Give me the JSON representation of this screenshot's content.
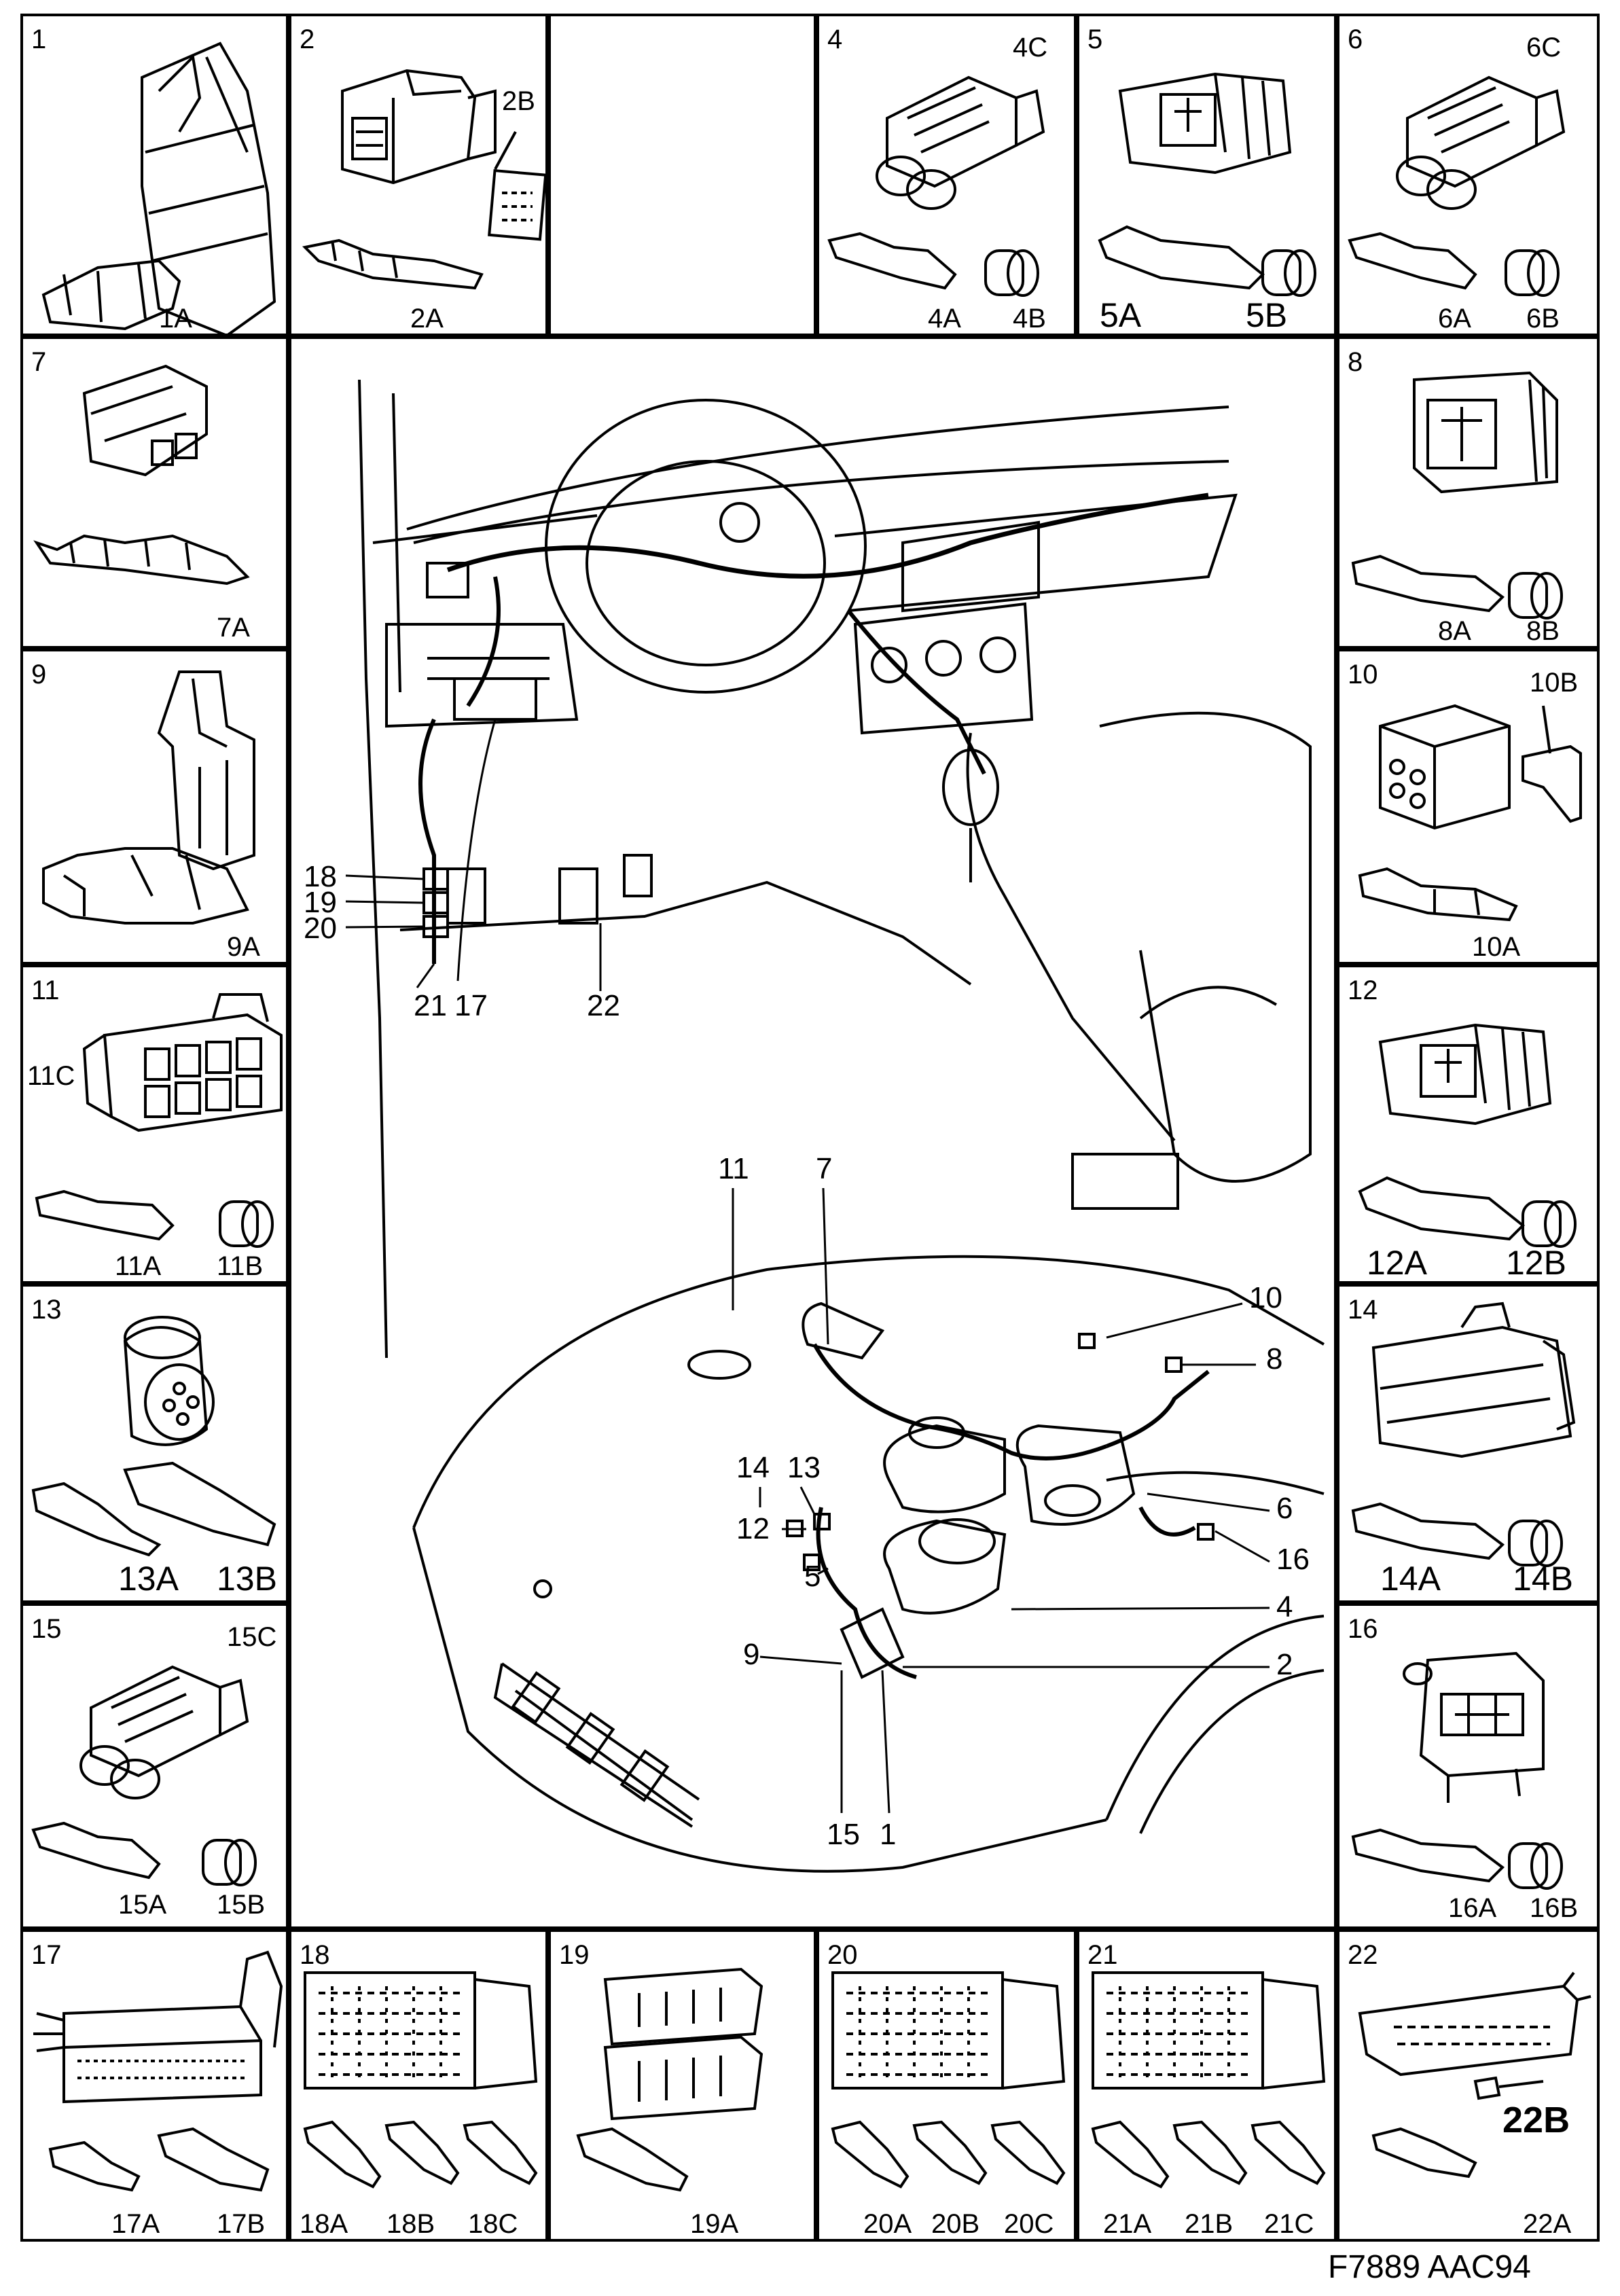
{
  "diagram": {
    "caption": "F7889  AAC94",
    "panels": [
      {
        "id": "1",
        "labels": [
          "1A"
        ]
      },
      {
        "id": "2",
        "labels": [
          "2A",
          "2B"
        ]
      },
      {
        "id": "3",
        "labels": []
      },
      {
        "id": "4",
        "labels": [
          "4A",
          "4B",
          "4C"
        ]
      },
      {
        "id": "5",
        "labels": [
          "5A",
          "5B"
        ]
      },
      {
        "id": "6",
        "labels": [
          "6A",
          "6B",
          "6C"
        ]
      },
      {
        "id": "7",
        "labels": [
          "7A"
        ]
      },
      {
        "id": "8",
        "labels": [
          "8A",
          "8B"
        ]
      },
      {
        "id": "9",
        "labels": [
          "9A"
        ]
      },
      {
        "id": "10",
        "labels": [
          "10A",
          "10B"
        ]
      },
      {
        "id": "11",
        "labels": [
          "11A",
          "11B",
          "11C"
        ]
      },
      {
        "id": "12",
        "labels": [
          "12A",
          "12B"
        ]
      },
      {
        "id": "13",
        "labels": [
          "13A",
          "13B"
        ]
      },
      {
        "id": "14",
        "labels": [
          "14A",
          "14B"
        ]
      },
      {
        "id": "15",
        "labels": [
          "15A",
          "15B",
          "15C"
        ]
      },
      {
        "id": "16",
        "labels": [
          "16A",
          "16B"
        ]
      },
      {
        "id": "17",
        "labels": [
          "17A",
          "17B"
        ]
      },
      {
        "id": "18",
        "labels": [
          "18A",
          "18B",
          "18C"
        ]
      },
      {
        "id": "19",
        "labels": [
          "19A"
        ]
      },
      {
        "id": "20",
        "labels": [
          "20A",
          "20B",
          "20C"
        ]
      },
      {
        "id": "21",
        "labels": [
          "21A",
          "21B",
          "21C"
        ]
      },
      {
        "id": "22",
        "labels": [
          "22A",
          "22B"
        ]
      }
    ],
    "callouts": [
      "18",
      "19",
      "20",
      "21",
      "17",
      "22",
      "11",
      "7",
      "10",
      "8",
      "14",
      "13",
      "12",
      "5",
      "6",
      "16",
      "4",
      "9",
      "2",
      "15",
      "1"
    ]
  }
}
